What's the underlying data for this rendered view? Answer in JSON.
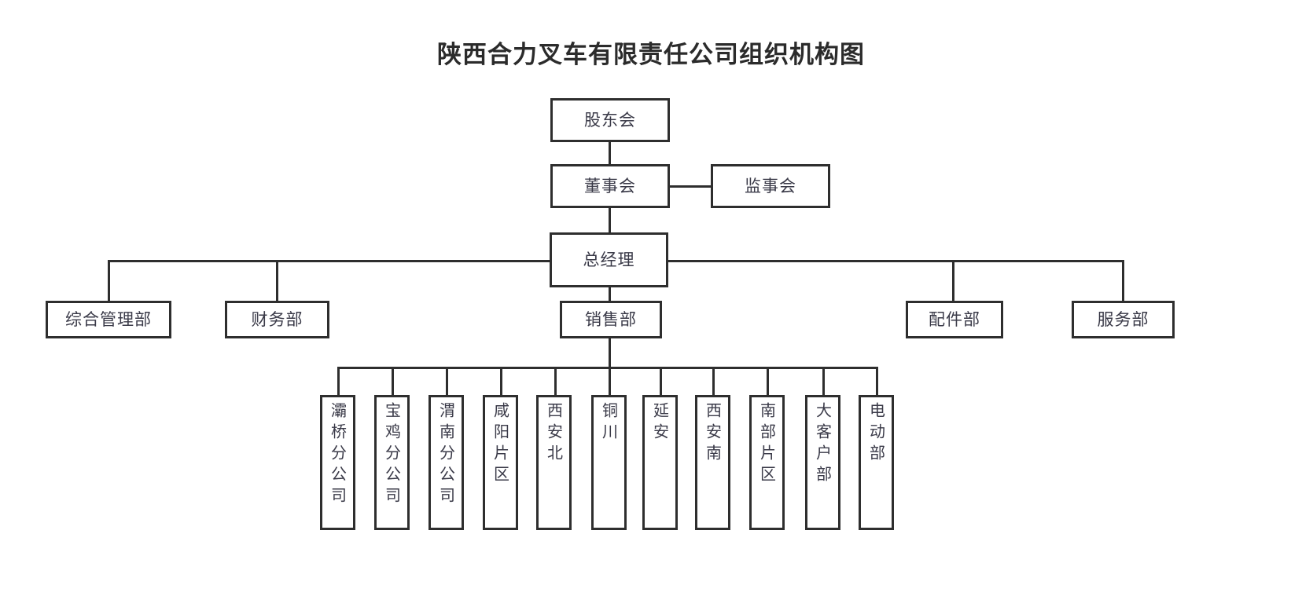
{
  "title": "陕西合力叉车有限责任公司组织机构图",
  "nodes": {
    "shareholders": "股东会",
    "board": "董事会",
    "supervisors": "监事会",
    "general_manager": "总经理",
    "admin_dept": "综合管理部",
    "finance_dept": "财务部",
    "sales_dept": "销售部",
    "parts_dept": "配件部",
    "service_dept": "服务部"
  },
  "sales_branches": [
    "灞桥分公司",
    "宝鸡分公司",
    "渭南分公司",
    "咸阳片区",
    "西安北",
    "铜川",
    "延安",
    "西安南",
    "南部片区",
    "大客户部",
    "电动部"
  ],
  "colors": {
    "line": "#2e2e2e",
    "text": "#3a3a48",
    "title": "#2b2b2b",
    "background": "#ffffff"
  }
}
